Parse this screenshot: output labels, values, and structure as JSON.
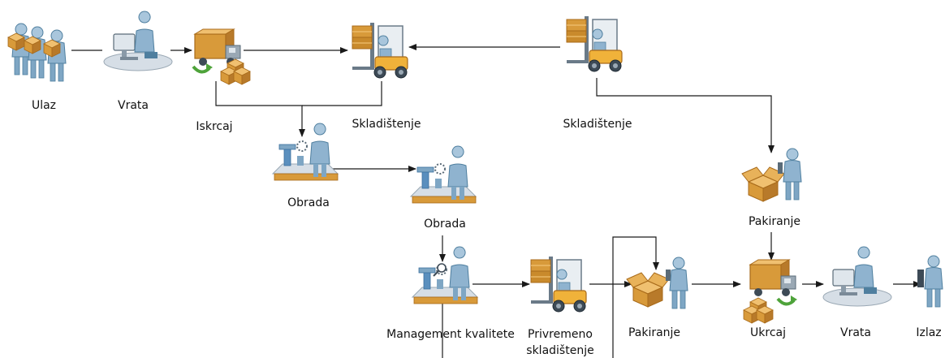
{
  "colors": {
    "person": "#8fb3cf",
    "person_dark": "#4f7f9f",
    "box": "#d89a3a",
    "box_dark": "#a86a1a",
    "box_light": "#f0c070",
    "screen": "#dfe6ec",
    "forklift": "#f0b23a",
    "machine": "#5a8fbe",
    "green_arrow": "#4ea33a",
    "platform": "#d6dee6",
    "line": "#1a1a1a"
  },
  "nodes": {
    "ulaz": {
      "label": "Ulaz",
      "icon": "people-with-boxes-icon"
    },
    "vrata_in": {
      "label": "Vrata",
      "icon": "desk-worker-icon"
    },
    "iskrcaj": {
      "label": "Iskrcaj",
      "icon": "truck-unload-icon"
    },
    "skladistenje_1": {
      "label": "Skladištenje",
      "icon": "forklift-icon"
    },
    "skladistenje_2": {
      "label": "Skladištenje",
      "icon": "forklift-icon"
    },
    "obrada_1": {
      "label": "Obrada",
      "icon": "conveyor-worker-icon"
    },
    "obrada_2": {
      "label": "Obrada",
      "icon": "conveyor-worker-icon"
    },
    "management": {
      "label": "Management kvalitete",
      "icon": "quality-inspection-icon"
    },
    "privremeno": {
      "label_line1": "Privremeno",
      "label_line2": "skladištenje",
      "icon": "forklift-icon"
    },
    "pakiranje_1": {
      "label": "Pakiranje",
      "icon": "packing-worker-icon"
    },
    "pakiranje_2": {
      "label": "Pakiranje",
      "icon": "packing-worker-icon"
    },
    "ukrcaj": {
      "label": "Ukrcaj",
      "icon": "truck-load-icon"
    },
    "vrata_out": {
      "label": "Vrata",
      "icon": "desk-worker-icon"
    },
    "izlaz": {
      "label": "Izlaz",
      "icon": "person-exit-icon"
    }
  }
}
